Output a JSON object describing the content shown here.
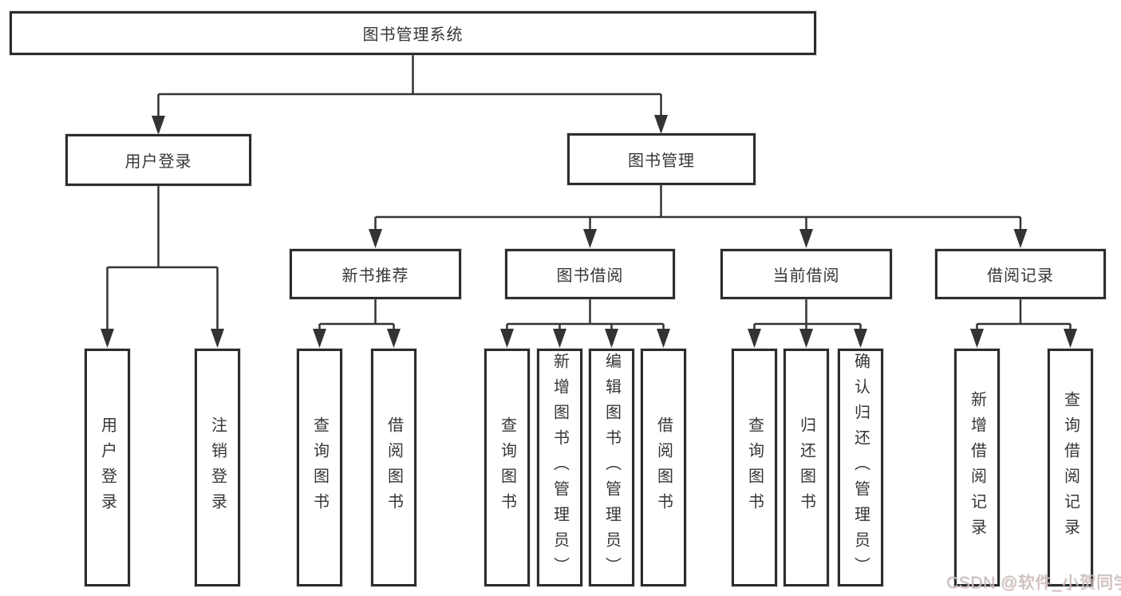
{
  "diagram": {
    "tree": {
      "label": "图书管理系统",
      "children": [
        {
          "label": "用户登录",
          "children": [
            "用户登录",
            "注销登录"
          ]
        },
        {
          "label": "图书管理",
          "children": [
            {
              "label": "新书推荐",
              "children": [
                "查询图书",
                "借阅图书"
              ]
            },
            {
              "label": "图书借阅",
              "children": [
                "查询图书",
                "新增图书（管理员）",
                "编辑图书（管理员）",
                "借阅图书"
              ]
            },
            {
              "label": "当前借阅",
              "children": [
                "查询图书",
                "归还图书",
                "确认归还（管理员）"
              ]
            },
            {
              "label": "借阅记录",
              "children": [
                "新增借阅记录",
                "查询借阅记录"
              ]
            }
          ]
        }
      ]
    },
    "watermark": "CSDN @软件_小贺同学",
    "colors": {
      "line": "#333333",
      "box_border": "#2d2d2d",
      "box_background": "#ffffff",
      "text": "#363636",
      "background": "#ffffff",
      "watermark_text": "#bfbfbf",
      "watermark_shadow": "#e9a4a4"
    }
  }
}
